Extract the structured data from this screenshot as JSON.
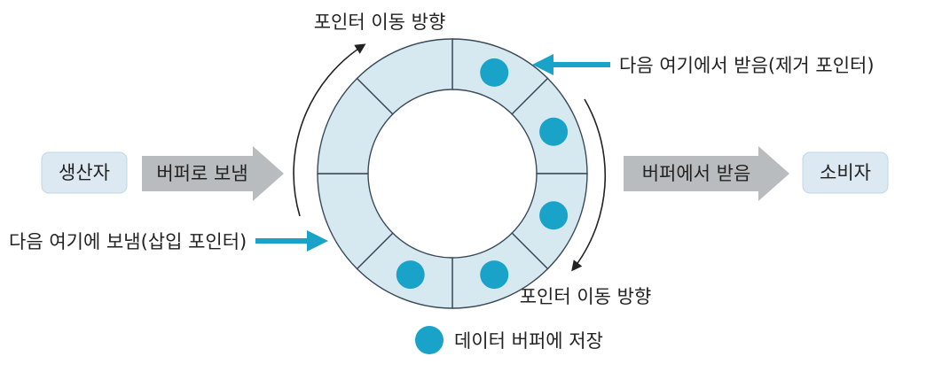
{
  "producer": {
    "label": "생산자"
  },
  "consumer": {
    "label": "소비자"
  },
  "send_arrow": {
    "label": "버퍼로 보냄"
  },
  "receive_arrow": {
    "label": "버퍼에서 받음"
  },
  "top_direction_label": "포인터 이동 방향",
  "bottom_direction_label": "포인터 이동 방향",
  "remove_pointer": {
    "label": "다음 여기에서 받음(제거 포인터)"
  },
  "insert_pointer": {
    "label": "다음 여기에 보냄(삽입 포인터)"
  },
  "legend": {
    "label": "데이터 버퍼에 저장"
  },
  "buffer": {
    "slot_count": 8,
    "filled_slots": [
      0,
      1,
      2,
      3,
      4
    ],
    "slot_color": "#d6e8f0",
    "data_color": "#1aa3c9",
    "outline_color": "#3a4a58"
  },
  "colors": {
    "box_fill": "#dce9f2",
    "gray_arrow": "#b9bcbf",
    "pointer_arrow": "#1aa3c9",
    "direction_arrow": "#222222"
  }
}
